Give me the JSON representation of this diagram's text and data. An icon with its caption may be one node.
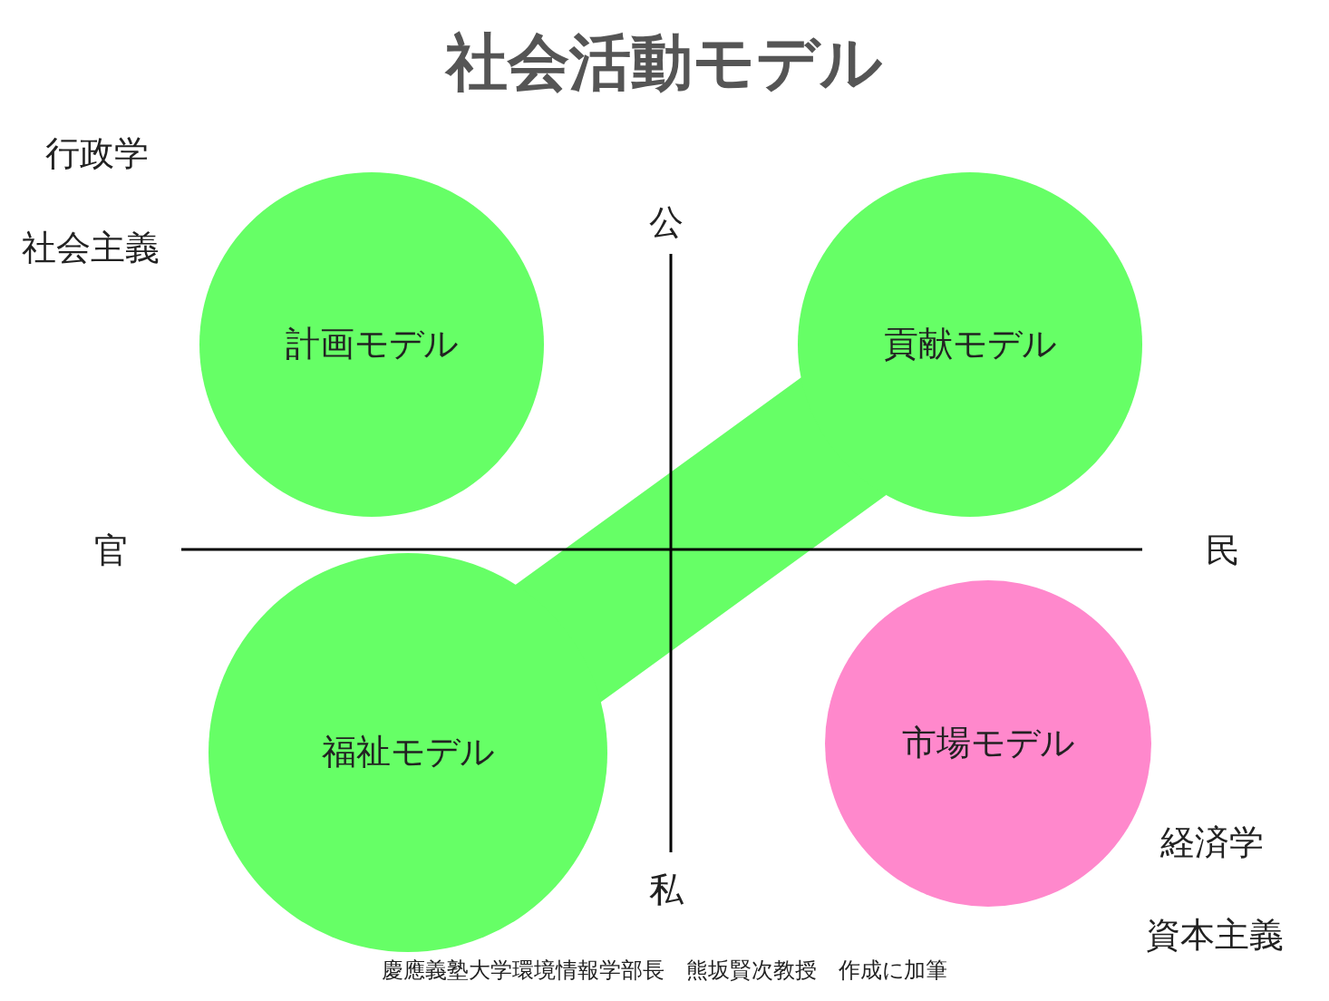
{
  "diagram": {
    "title": "社会活動モデル",
    "caption": "慶應義塾大学環境情報学部長　熊坂賢次教授　作成に加筆",
    "nodes": [
      {
        "text": [
          "計画モデル"
        ]
      },
      {
        "text": [
          "貢献モデル"
        ]
      },
      {
        "text": [
          "福祉モデル"
        ]
      },
      {
        "text": [
          "市場モデル"
        ]
      }
    ],
    "edges": [
      {
        "from": 1,
        "to": 2,
        "arrow": "none"
      }
    ],
    "labels": [
      "行政学",
      "社会主義",
      "公",
      "官",
      "民",
      "私",
      "経済学",
      "資本主義"
    ]
  }
}
